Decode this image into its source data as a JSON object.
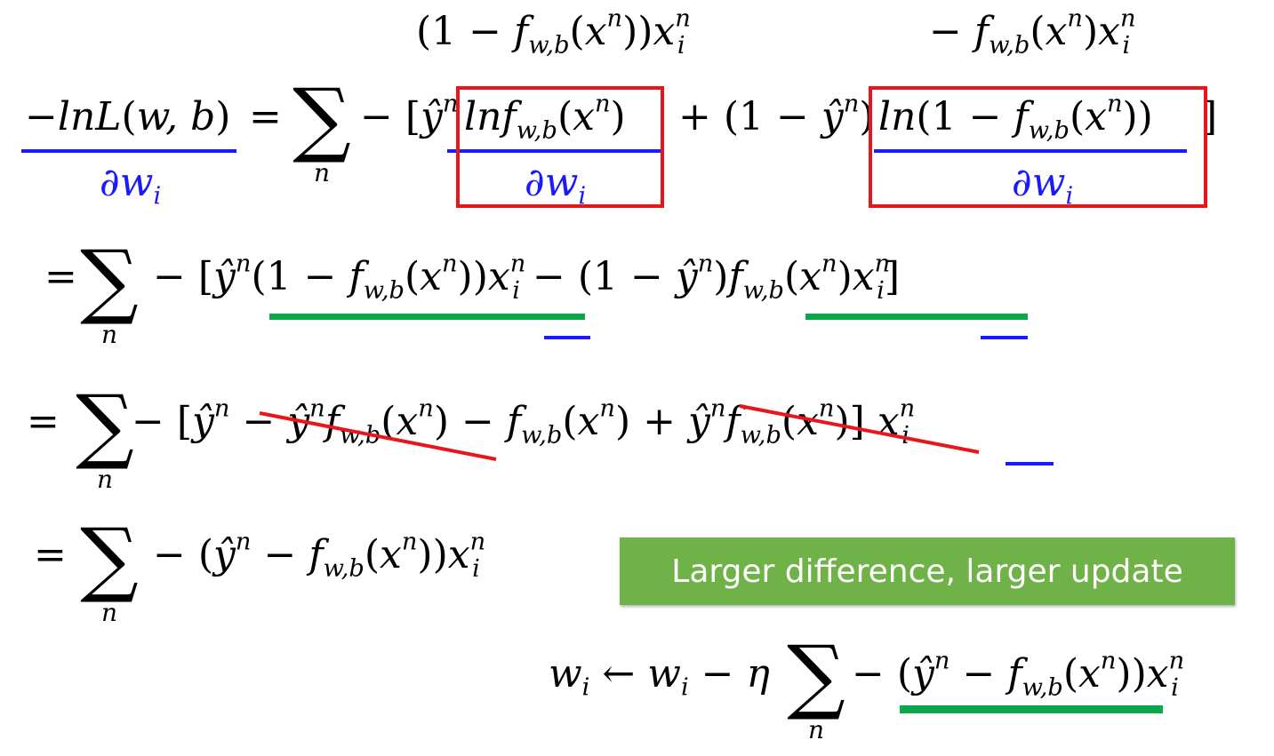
{
  "slide": {
    "annotation_top_left": "(1 − f",
    "annotation_top_right": "− f",
    "callout": "Larger difference, larger update",
    "eq1": {
      "lhs_numerator": "−lnL(w, b)",
      "lhs_denominator": "∂w",
      "equals": "=",
      "sum_index": "n",
      "term_a_prefix": "− [ŷ",
      "term_a_boxed": "lnf",
      "term_a_den": "∂w",
      "plus_part": "+ (1 − ŷ",
      "term_b_boxed": "ln(1 − f",
      "term_b_den": "∂w"
    },
    "eq2": {
      "equals": "=",
      "sum_index": "n"
    },
    "eq3": {
      "equals": "=",
      "sum_index": "n"
    },
    "eq4": {
      "equals": "=",
      "sum_index": "n"
    },
    "update": {
      "lhs": "w",
      "sum_index": "n"
    }
  },
  "colors": {
    "underline_blue": "#1a1aff",
    "underline_green": "#0aa84b",
    "strike_red": "#e8151b",
    "box_red": "#e8151b",
    "callout_bg": "#6fb247"
  }
}
